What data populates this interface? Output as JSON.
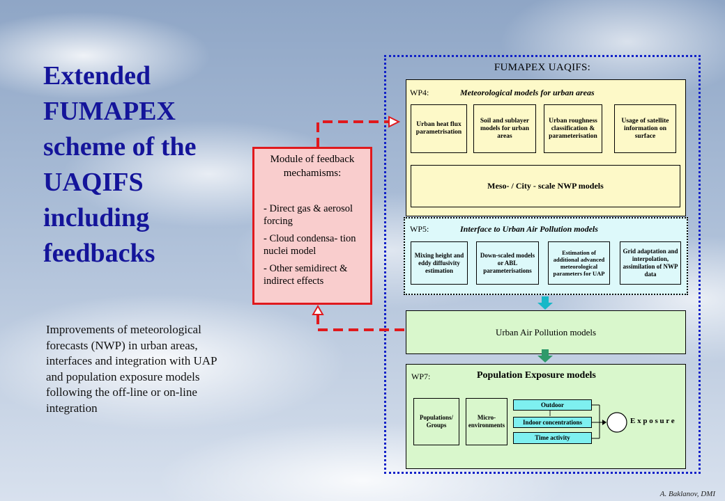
{
  "slide": {
    "title": "Extended FUMAPEX scheme of the UAQIFS including feedbacks",
    "description": "Improvements of meteorological forecasts (NWP) in urban areas, interfaces and integration with UAP and population exposure models following the off-line or on-line integration",
    "credit": "A. Baklanov, DMI"
  },
  "diagram": {
    "outer_title": "FUMAPEX UAQIFS:",
    "wp4": {
      "label": "WP4:",
      "title": "Meteorological models for urban areas",
      "boxes": [
        "Urban heat flux parametrisation",
        "Soil and sublayer models for urban areas",
        "Urban roughness classification & parameterisation",
        "Usage of satellite information on surface"
      ],
      "nwp": "Meso- / City - scale NWP models"
    },
    "wp5": {
      "label": "WP5:",
      "title": "Interface to Urban Air Pollution models",
      "boxes": [
        "Mixing height and eddy diffusivity estimation",
        "Down-scaled models or ABL parameterisations",
        "Estimation of additional advanced meteorological parameters for UAP",
        "Grid adaptation and interpolation, assimilation of NWP data"
      ]
    },
    "uap": "Urban Air Pollution models",
    "wp7": {
      "label": "WP7:",
      "title": "Population Exposure models",
      "boxes": [
        "Populations/ Groups",
        "Micro- environments"
      ],
      "stack": [
        "Outdoor",
        "Indoor concentrations",
        "Time activity"
      ],
      "exposure": "E x p o s u r e"
    },
    "module": {
      "title": "Module of feedback mechamisms:",
      "items": [
        "- Direct gas & aerosol forcing",
        "- Cloud condensa- tion nuclei model",
        "- Other semidirect & indirect effects"
      ]
    },
    "colors": {
      "title": "#14149a",
      "outer_border": "#1020c8",
      "feedback_red": "#e0191d",
      "module_fill": "#f9cdcd",
      "wp4_fill": "#fdf9c8",
      "wp5_fill": "#ddf9fa",
      "green_fill": "#d9f7cc",
      "cyan_arrow": "#17b8c8",
      "green_arrow": "#2e9a6a"
    }
  }
}
